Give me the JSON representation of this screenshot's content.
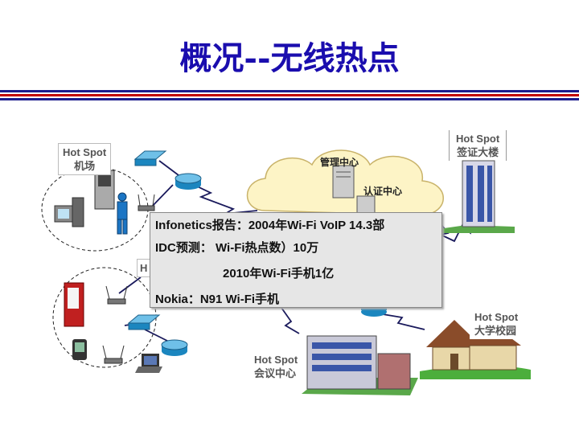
{
  "title": "概况--无线热点",
  "colors": {
    "title": "#1a0dae",
    "rule_blue": "#1a1a8c",
    "rule_red": "#c00000"
  },
  "labels": {
    "airport": [
      "Hot Spot",
      "机场"
    ],
    "building": [
      "Hot Spot",
      "签证大楼"
    ],
    "campus": [
      "Hot Spot",
      "大学校园"
    ],
    "conference": [
      "Hot Spot",
      "会议中心"
    ],
    "management": "管理中心",
    "auth": "认证中心",
    "partial_h": "H"
  },
  "info": {
    "line1": "Infonetics报告：2004年Wi-Fi VoIP 14.3部",
    "line2": "IDC预测： Wi-Fi热点数）10万",
    "line3": "2010年Wi-Fi手机1亿",
    "line4": "Nokia：N91 Wi-Fi手机"
  },
  "icons": [
    "desktop-computer-icon",
    "kiosk-icon",
    "person-icon",
    "access-point-icon",
    "switch-icon",
    "router-icon",
    "server-icon",
    "vending-machine-icon",
    "pda-icon",
    "laptop-icon",
    "office-building-icon",
    "house-icon",
    "cloud-icon"
  ]
}
